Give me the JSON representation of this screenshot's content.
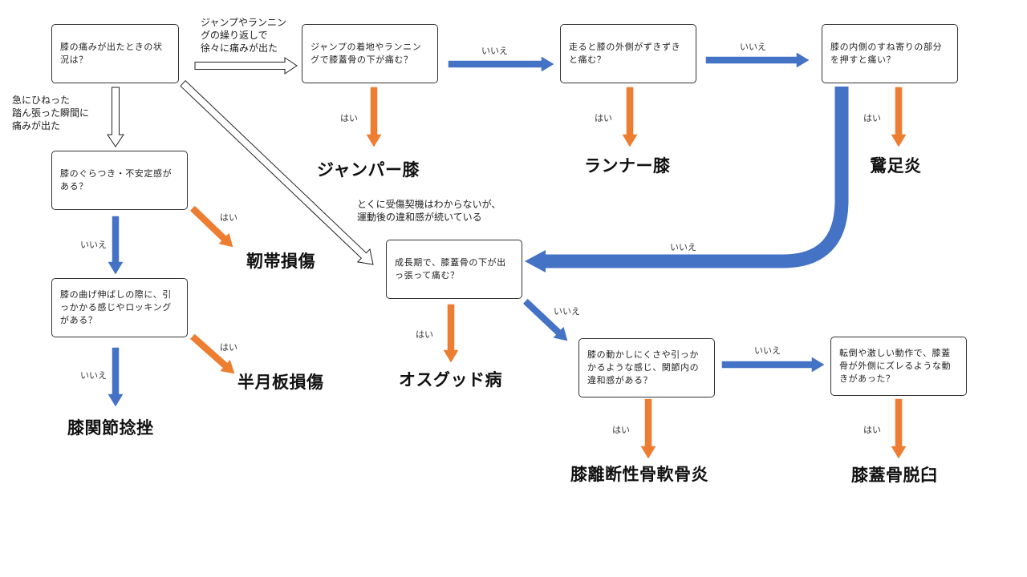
{
  "diagram": {
    "colors": {
      "yes_arrow": "#ED7D31",
      "no_arrow": "#4472C4",
      "outline_arrow": "#ffffff",
      "box_border": "#333333"
    },
    "questions": {
      "q_situation": "膝の痛みが出たときの状況は？",
      "q_jumper": "ジャンプの着地やランニングで膝蓋骨の下が痛む？",
      "q_runner": "走ると膝の外側がずきずきと痛む？",
      "q_pes": "膝の内側のすね寄りの部分を押すと痛い？",
      "q_instability": "膝のぐらつき・不安定感がある？",
      "q_locking": "膝の曲げ伸ばしの際に、引っかかる感じやロッキングがある？",
      "q_osgood": "成長期で、膝蓋骨の下が出っ張って痛む？",
      "q_joint": "膝の動かしにくさや引っかかるような感じ、関節内の違和感がある？",
      "q_patella": "転倒や激しい動作で、膝蓋骨が外側にズレるような動きがあった？"
    },
    "results": {
      "jumper_knee": "ジャンパー膝",
      "runner_knee": "ランナー膝",
      "pes_anserine": "鵞足炎",
      "ligament": "靭帯損傷",
      "meniscus": "半月板損傷",
      "sprain": "膝関節捻挫",
      "osgood": "オスグッド病",
      "ocd": "膝離断性骨軟骨炎",
      "dislocation": "膝蓋骨脱臼"
    },
    "yes_label": "はい",
    "no_label": "いいえ",
    "notes": {
      "jump_running": "ジャンプやランニン\nグの繰り返しで\n徐々に痛みが出た",
      "sudden": "急にひねった\n踏ん張った瞬間に\n痛みが出た",
      "unknown": "とくに受傷契機はわからないが、\n運動後の違和感が続いている"
    }
  }
}
